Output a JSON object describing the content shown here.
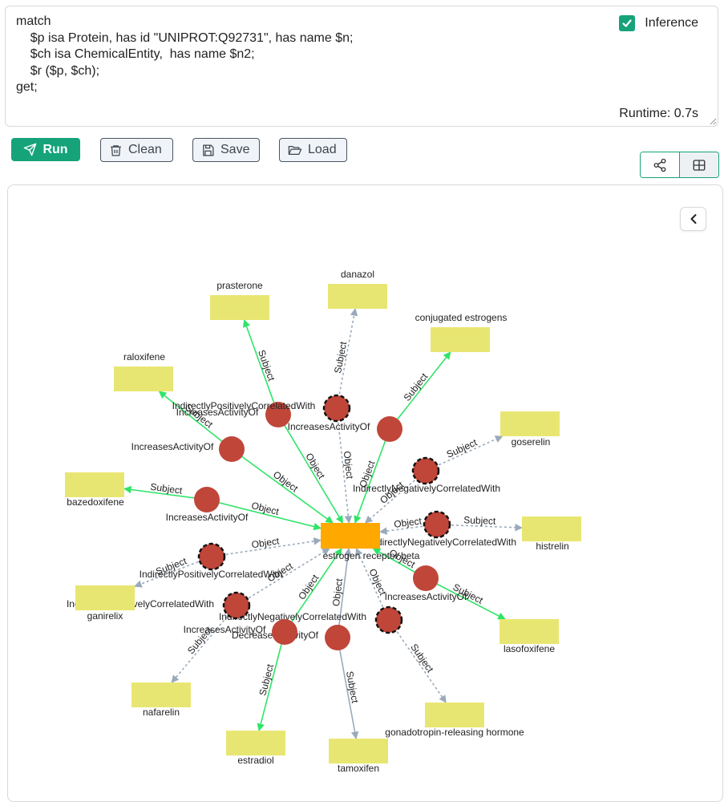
{
  "query": {
    "lines": [
      "match",
      "    $p isa Protein, has id \"UNIPROT:Q92731\", has name $n;",
      "    $ch isa ChemicalEntity,  has name $n2;",
      "    $r ($p, $ch);",
      "get;"
    ],
    "inference_label": "Inference",
    "inference_checked": true,
    "runtime": "Runtime: 0.7s"
  },
  "toolbar": {
    "run_label": "Run",
    "clean_label": "Clean",
    "save_label": "Save",
    "load_label": "Load"
  },
  "view_toggle": {
    "active": "graph-view",
    "options": [
      "graph-view",
      "table-view"
    ]
  },
  "colors": {
    "accent": "#16a37a",
    "center_node": "#ffa800",
    "entity_node": "#e8e672",
    "relation_node": "#c0463a",
    "solid_edge_green": "#2fe468",
    "solid_edge_gray": "#9aaabb",
    "dashed_edge": "#9aaabb"
  },
  "graph": {
    "center": {
      "label": "estrogen receptor beta"
    },
    "relations": [
      {
        "label": "IncreasesActivityOf",
        "inferred": false,
        "edge_color": "green",
        "target": "raloxifene",
        "role": "Subject",
        "back_role": "Object"
      },
      {
        "label": "IncreasesActivityOf",
        "inferred": false,
        "edge_color": "green",
        "target": "prasterone",
        "role": "Subject",
        "back_role": "Object"
      },
      {
        "label": "IncreasesActivityOf",
        "inferred": true,
        "edge_color": "dashed",
        "target": "danazol",
        "role": "Subject",
        "back_role": "Object"
      },
      {
        "label": "IndirectlyPositivelyCorrelatedWith",
        "inferred": false,
        "edge_color": "green",
        "target": "conjugated estrogens",
        "role": "Subject",
        "back_role": "Object"
      },
      {
        "label": "IndirectlyNegativelyCorrelatedWith",
        "inferred": true,
        "edge_color": "dashed",
        "target": "goserelin",
        "role": "Subject",
        "back_role": "Object"
      },
      {
        "label": "IndirectlyNegativelyCorrelatedWith",
        "inferred": true,
        "edge_color": "dashed",
        "target": "histrelin",
        "role": "Subject",
        "back_role": "Object"
      },
      {
        "label": "IncreasesActivityOf",
        "inferred": false,
        "edge_color": "green",
        "target": "lasofoxifene",
        "role": "Subject",
        "back_role": "Object"
      },
      {
        "label": "IndirectlyNegativelyCorrelatedWith",
        "inferred": true,
        "edge_color": "dashed",
        "target": "gonadotropin-releasing hormone",
        "role": "Subject",
        "back_role": "Object"
      },
      {
        "label": "DecreasesActivityOf",
        "inferred": false,
        "edge_color": "gray",
        "target": "tamoxifen",
        "role": "Subject",
        "back_role": "Object"
      },
      {
        "label": "IncreasesActivityOf",
        "inferred": false,
        "edge_color": "green",
        "target": "estradiol",
        "role": "Subject",
        "back_role": "Object"
      },
      {
        "label": "IndirectlyNegativelyCorrelatedWith",
        "inferred": true,
        "edge_color": "dashed",
        "target": "nafarelin",
        "role": "Subject",
        "back_role": "Object"
      },
      {
        "label": "IndirectlyPositivelyCorrelatedWith",
        "inferred": true,
        "edge_color": "dashed",
        "target": "ganirelix",
        "role": "Subject",
        "back_role": "Object"
      },
      {
        "label": "IncreasesActivityOf",
        "inferred": false,
        "edge_color": "green",
        "target": "bazedoxifene",
        "role": "Subject",
        "back_role": "Object"
      }
    ]
  }
}
